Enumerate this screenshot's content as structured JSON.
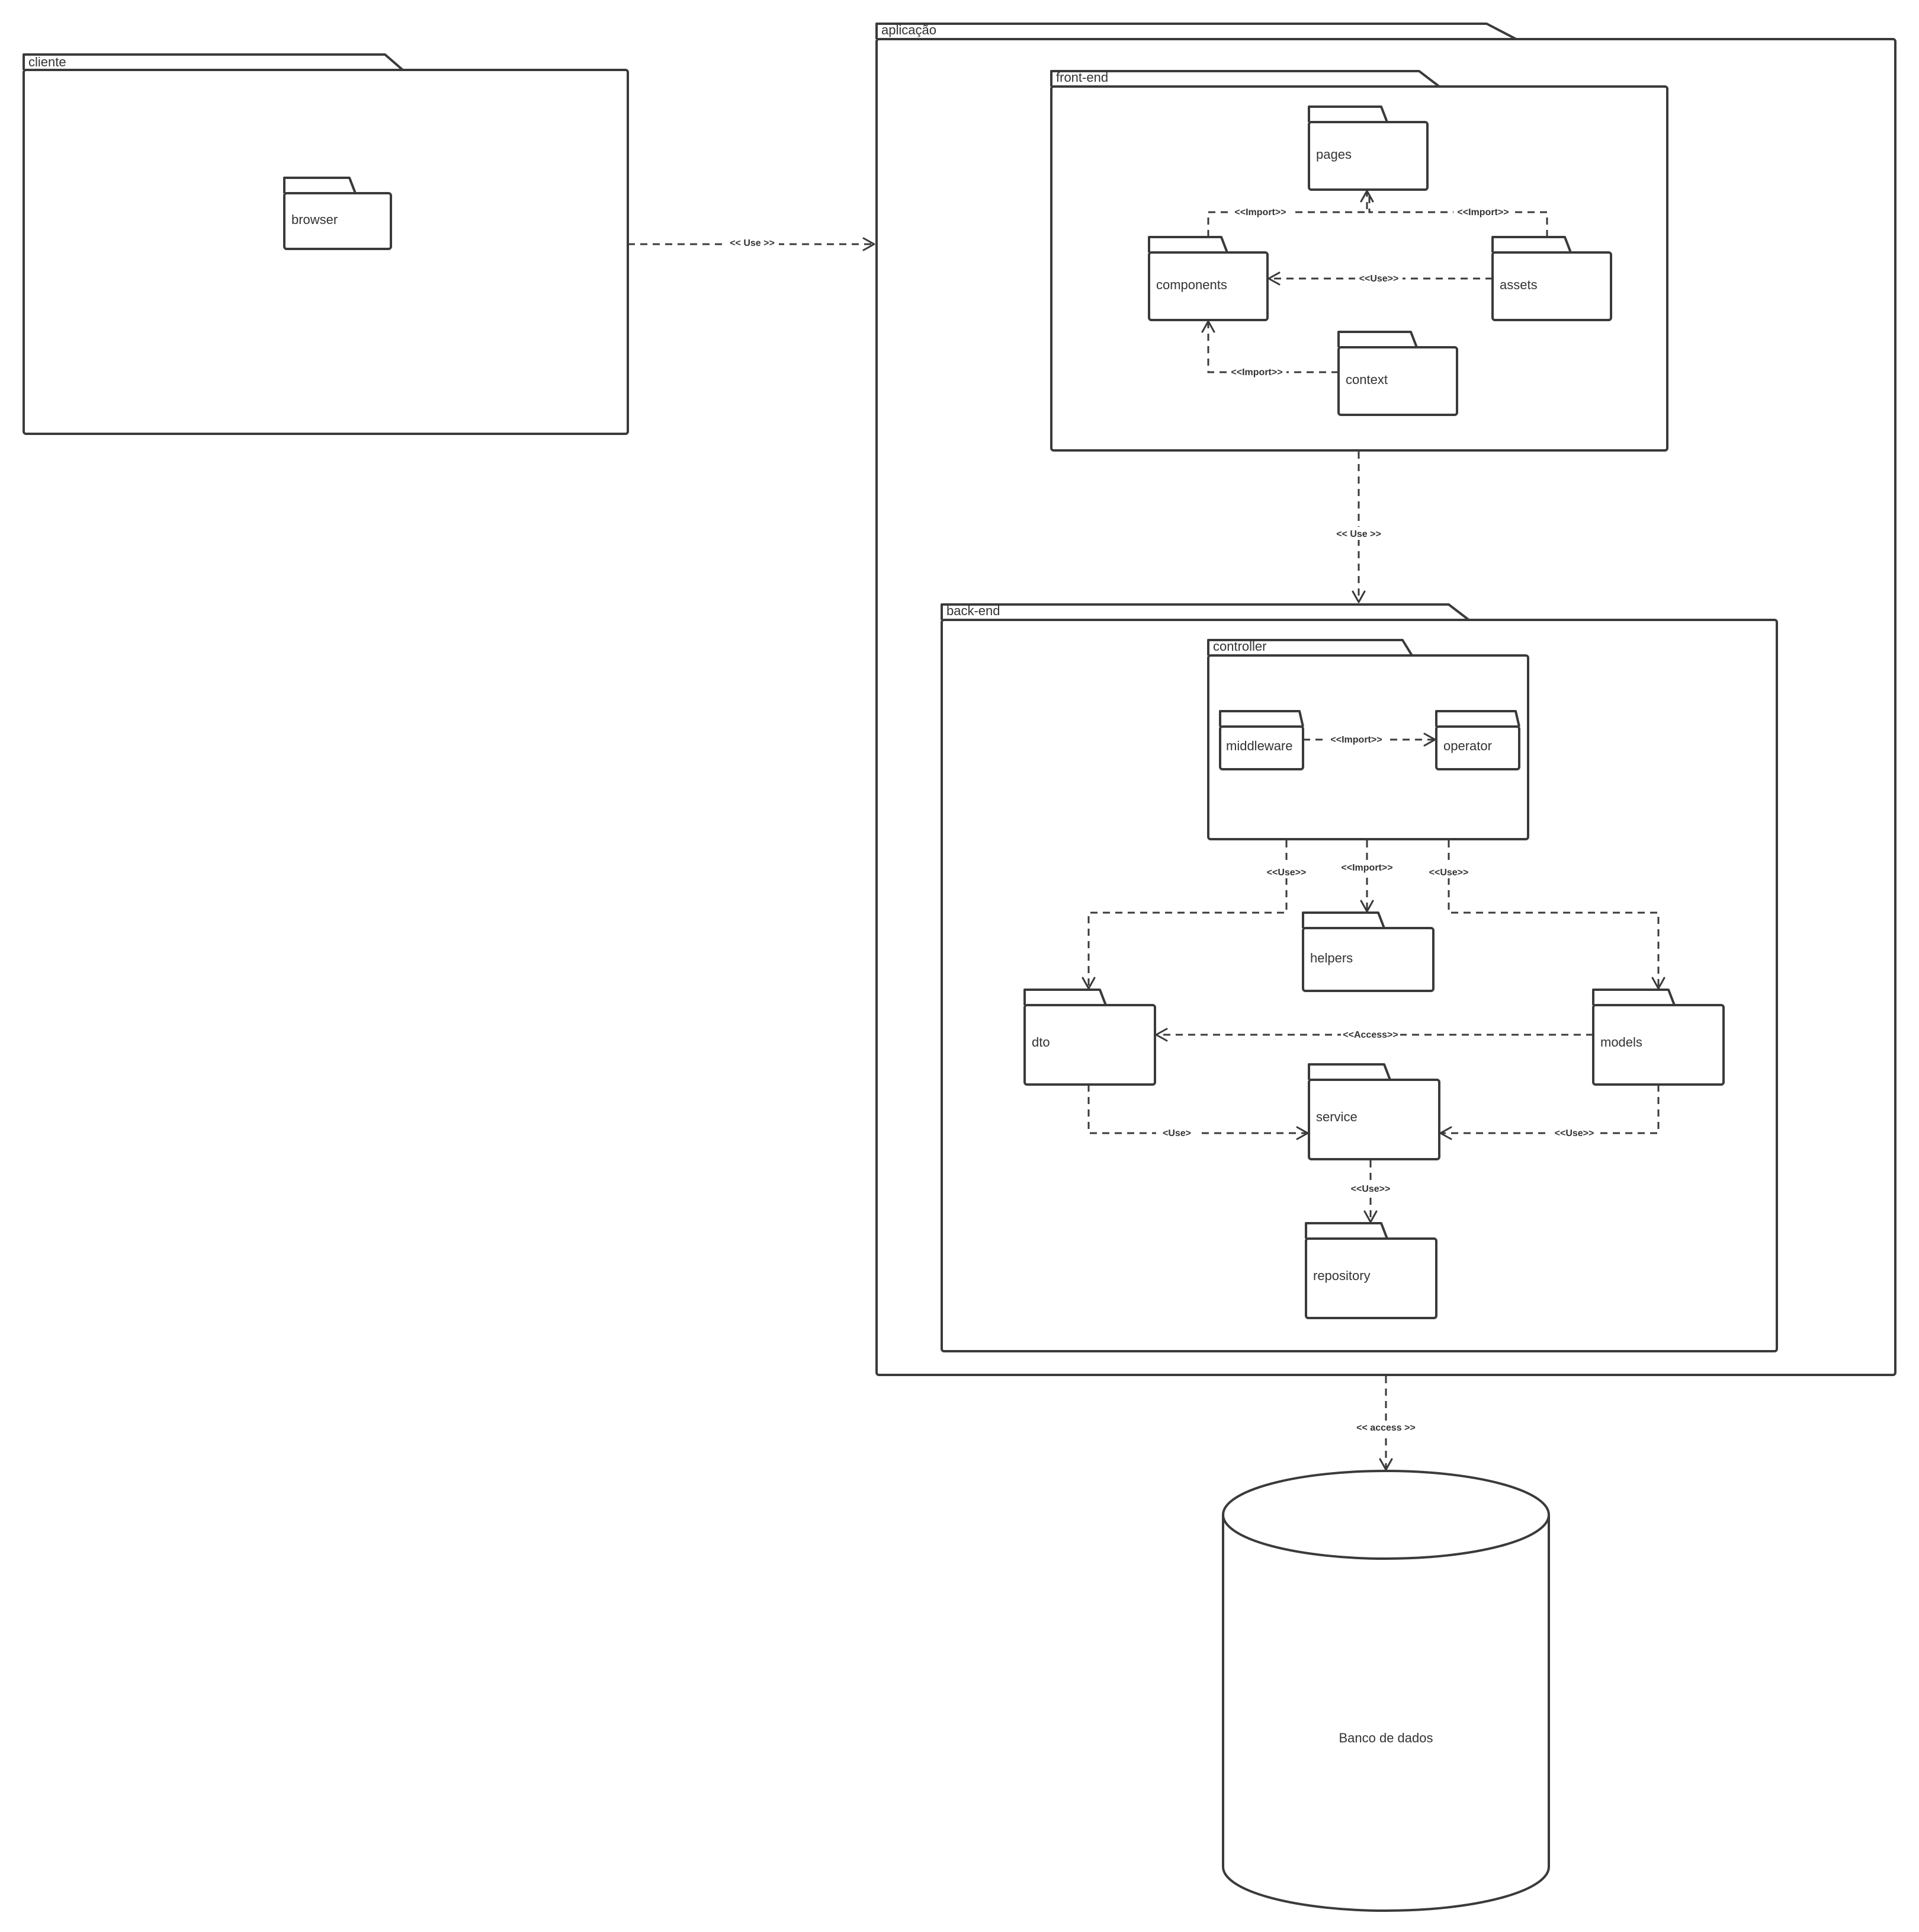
{
  "packages": {
    "cliente": "cliente",
    "browser": "browser",
    "aplicacao": "aplicação",
    "front_end": "front-end",
    "pages": "pages",
    "components": "components",
    "assets": "assets",
    "context": "context",
    "back_end": "back-end",
    "controller": "controller",
    "middleware": "middleware",
    "operator": "operator",
    "helpers": "helpers",
    "dto": "dto",
    "models": "models",
    "service": "service",
    "repository": "repository"
  },
  "database": {
    "name": "Banco de dados"
  },
  "relations": {
    "cliente_aplicacao": "<< Use >>",
    "components_pages": "<<Import>>",
    "assets_pages": "<<Import>>",
    "assets_components": "<<Use>>",
    "context_components": "<<Import>>",
    "frontend_backend": "<< Use >>",
    "middleware_operator": "<<Import>>",
    "controller_dto": "<<Use>>",
    "controller_helpers": "<<Import>>",
    "controller_models": "<<Use>>",
    "models_dto": "<<Access>>",
    "dto_service": "<Use>",
    "models_service": "<<Use>>",
    "service_repository": "<<Use>>",
    "aplicacao_banco": "<< access >>"
  }
}
